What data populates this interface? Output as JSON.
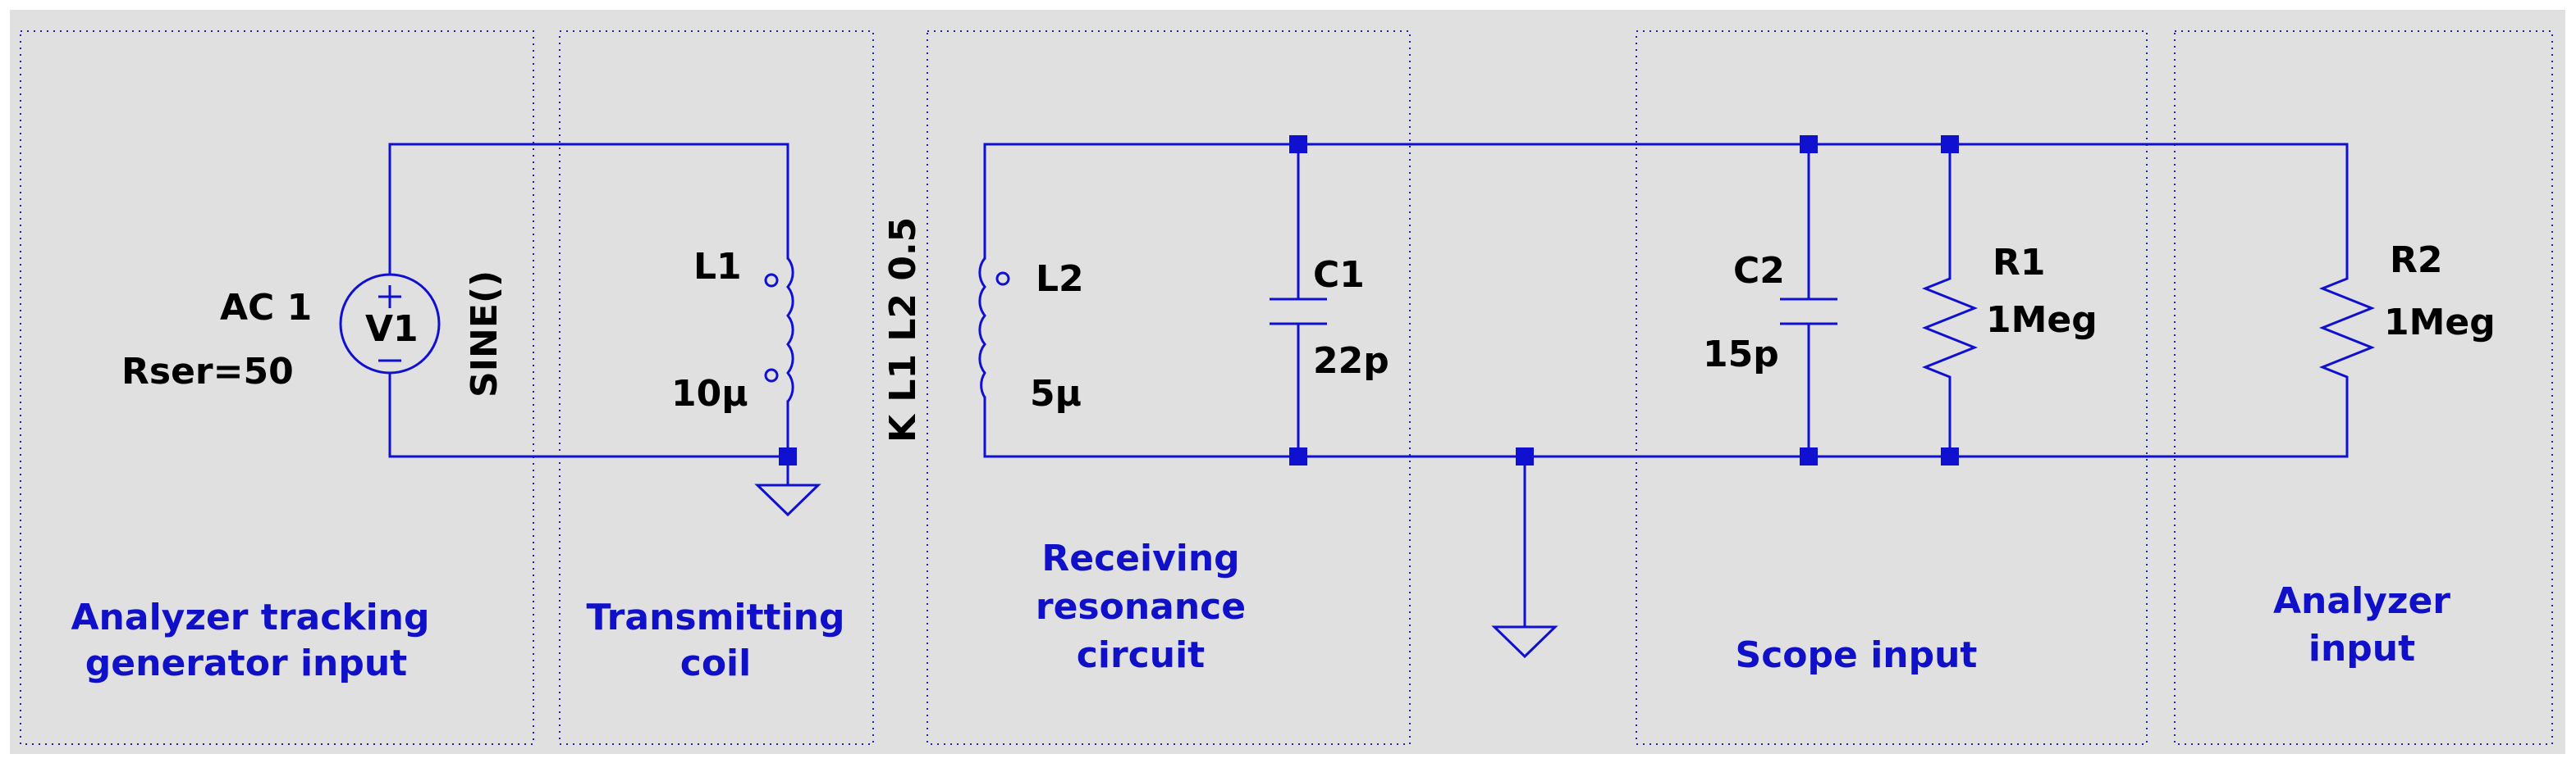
{
  "colors": {
    "canvas": "#e0e0e0",
    "wire": "#1010d0",
    "text": "#000000",
    "annotation": "#1010c8",
    "region_border": "#2020c0"
  },
  "regions": [
    {
      "id": "generator",
      "lines": [
        "Analyzer tracking",
        "generator input"
      ]
    },
    {
      "id": "tx",
      "lines": [
        "Transmitting",
        "coil"
      ]
    },
    {
      "id": "rx",
      "lines": [
        "Receiving",
        "resonance",
        "circuit"
      ]
    },
    {
      "id": "scope",
      "lines": [
        "Scope input"
      ]
    },
    {
      "id": "analyzer",
      "lines": [
        "Analyzer",
        "input"
      ]
    }
  ],
  "components": {
    "V1": {
      "name": "V1",
      "ac": "AC 1",
      "rser": "Rser=50",
      "value": "SINE()"
    },
    "L1": {
      "name": "L1",
      "value": "10µ"
    },
    "L2": {
      "name": "L2",
      "value": "5µ"
    },
    "K": {
      "directive": "K L1 L2 0.5"
    },
    "C1": {
      "name": "C1",
      "value": "22p"
    },
    "C2": {
      "name": "C2",
      "value": "15p"
    },
    "R1": {
      "name": "R1",
      "value": "1Meg"
    },
    "R2": {
      "name": "R2",
      "value": "1Meg"
    }
  }
}
